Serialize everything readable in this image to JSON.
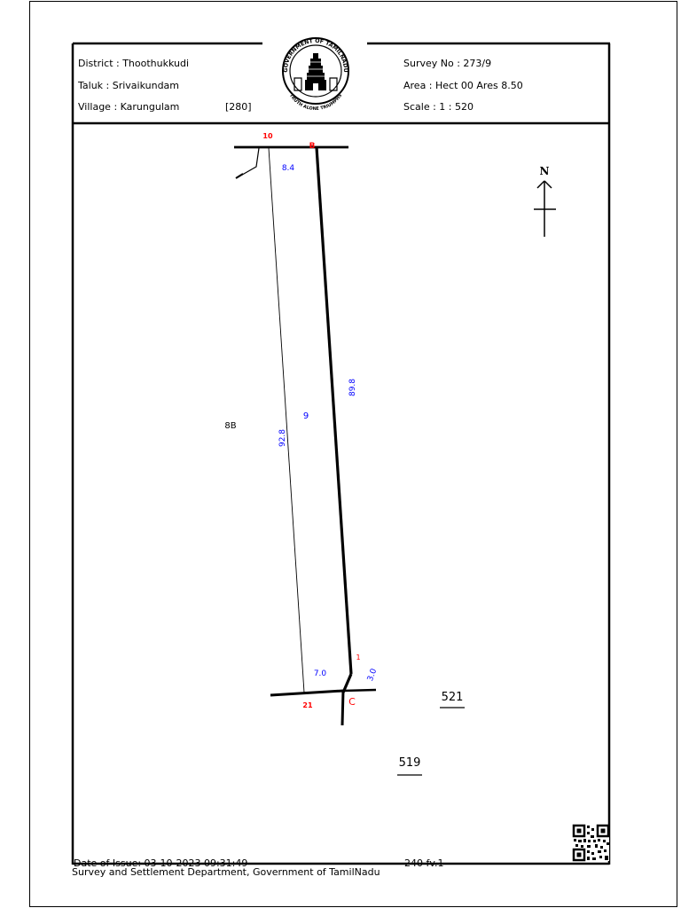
{
  "header": {
    "district": "District : Thoothukkudi",
    "taluk": "Taluk : Srivaikundam",
    "village": "Village : Karungulam",
    "village_code": "[280]",
    "survey_no": "Survey No : 273/9",
    "area": "Area : Hect 00 Ares 8.50",
    "scale": "Scale : 1 : 520"
  },
  "emblem": {
    "icon": "tamilnadu-emblem-icon",
    "text_top": "GOVERNMENT OF TAMILNADU",
    "text_bottom": "TRUTH ALONE TRIUMPHS"
  },
  "map": {
    "north_label": "N",
    "station_labels": {
      "top_left": "10",
      "top_right": "B",
      "bottom_right_1": "1",
      "bottom_left": "21",
      "bottom_c": "C"
    },
    "measurements": {
      "top": "8.4",
      "right": "89.8",
      "left": "92.8",
      "bottom": "7.0",
      "bottom_right": "3.0"
    },
    "parcel_labels": {
      "this_parcel": "9",
      "west_parcel": "8B",
      "south_east_1": "521",
      "south_east_2": "519"
    },
    "colors": {
      "measurement": "#0000ff",
      "station": "#ff0000",
      "line": "#000000"
    }
  },
  "footer": {
    "date_of_issue": "Date of Issue: 03-10-2023 09:31:49",
    "version": "240 fv.1",
    "department": "Survey and Settlement Department, Government of TamilNadu"
  },
  "qr": {
    "icon": "qr-code-icon"
  }
}
